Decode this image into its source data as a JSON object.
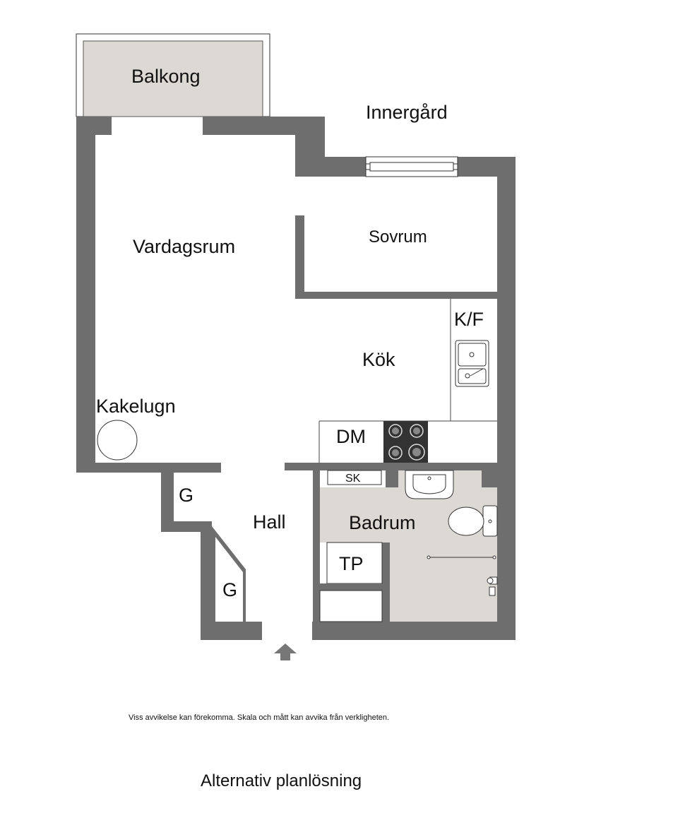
{
  "rooms": {
    "balkong": "Balkong",
    "innergard": "Innergård",
    "vardagsrum": "Vardagsrum",
    "sovrum": "Sovrum",
    "kf": "K/F",
    "kok": "Kök",
    "kakelugn": "Kakelugn",
    "dm": "DM",
    "g_upper": "G",
    "g_lower": "G",
    "hall": "Hall",
    "sk": "SK",
    "badrum": "Badrum",
    "tp": "TP"
  },
  "footer": {
    "disclaimer": "Viss avvikelse kan förekomma. Skala och mått kan avvika från verkligheten.",
    "title": "Alternativ planlösning"
  },
  "colors": {
    "wall": "#6e6e6e",
    "balcony": "#dcd9d4",
    "bathroom": "#dcd9d4",
    "line": "#333333"
  },
  "icons": [
    "stove-icon",
    "sink-icon",
    "washbasin-icon",
    "toilet-icon",
    "shower-icon",
    "entrance-arrow-icon",
    "tiled-stove-icon"
  ]
}
